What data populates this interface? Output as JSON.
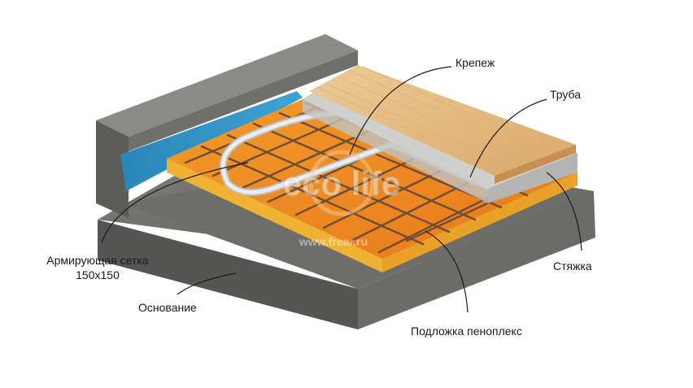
{
  "labels": {
    "krepezh": "Крепеж",
    "truba": "Труба",
    "styazhka": "Стяжка",
    "podlozhka": "Подложка пеноплекс",
    "osnovanie": "Основание",
    "setka_line1": "Армирующая сетка",
    "setka_line2": "150x150"
  },
  "watermark": {
    "logo_text": "eco life",
    "url": "www.frear.ru"
  },
  "colors": {
    "concrete": "#6f6f6d",
    "concrete_dark": "#4d4d4b",
    "insulation": "#f08a1e",
    "insulation_edge": "#e9a227",
    "wall_insulation": "#2f8fc0",
    "screed": "#c9c9c7",
    "wood": "#e8bf85",
    "pipe": "#d9d9d9",
    "rebar": "#7a5a40"
  }
}
